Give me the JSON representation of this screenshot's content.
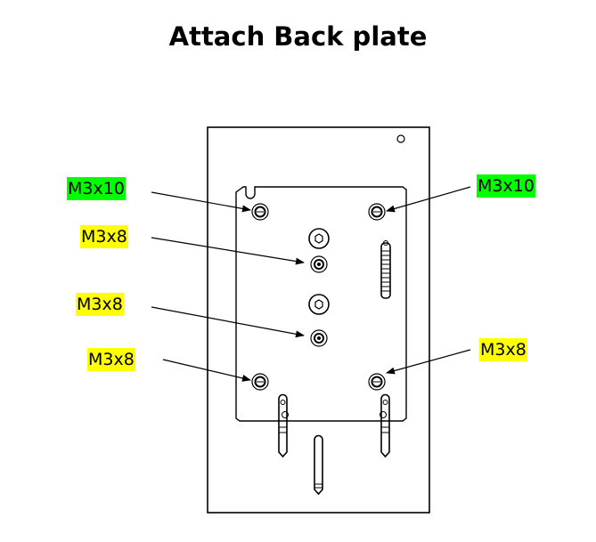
{
  "title": "Attach Back plate",
  "colors": {
    "green_highlight": "#00ff00",
    "yellow_highlight": "#ffff00",
    "line": "#000000"
  },
  "callouts": [
    {
      "id": "top-left",
      "text": "M3x10",
      "highlight": "green"
    },
    {
      "id": "top-right",
      "text": "M3x10",
      "highlight": "green"
    },
    {
      "id": "mid-upper-left",
      "text": "M3x8",
      "highlight": "yellow"
    },
    {
      "id": "mid-lower-left",
      "text": "M3x8",
      "highlight": "yellow"
    },
    {
      "id": "bottom-left",
      "text": "M3x8",
      "highlight": "yellow"
    },
    {
      "id": "bottom-right",
      "text": "M3x8",
      "highlight": "yellow"
    }
  ]
}
